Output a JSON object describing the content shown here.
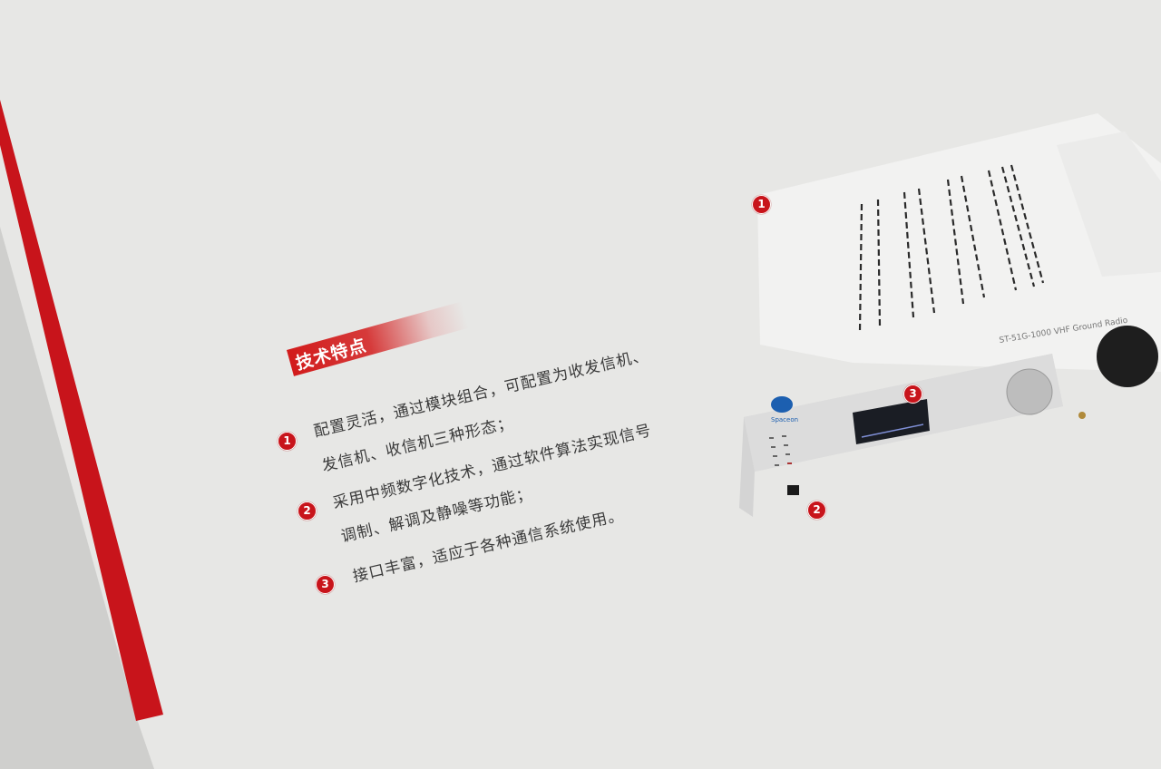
{
  "section_title": "技术特点",
  "features": [
    {
      "number": "1",
      "lines": [
        "配置灵活，通过模块组合，可配置为收发信机、",
        "发信机、收信机三种形态；"
      ]
    },
    {
      "number": "2",
      "lines": [
        "采用中频数字化技术，通过软件算法实现信号",
        "调制、解调及静噪等功能；"
      ]
    },
    {
      "number": "3",
      "lines": [
        "接口丰富，适应于各种通信系统使用。"
      ]
    }
  ],
  "product": {
    "model_label": "ST-51G-1000 VHF Ground Radio",
    "brand_logo_text": "Spaceon",
    "callouts": [
      "1",
      "2",
      "3"
    ]
  },
  "colors": {
    "accent_red": "#c8141b",
    "paper": "#e7e7e5"
  }
}
